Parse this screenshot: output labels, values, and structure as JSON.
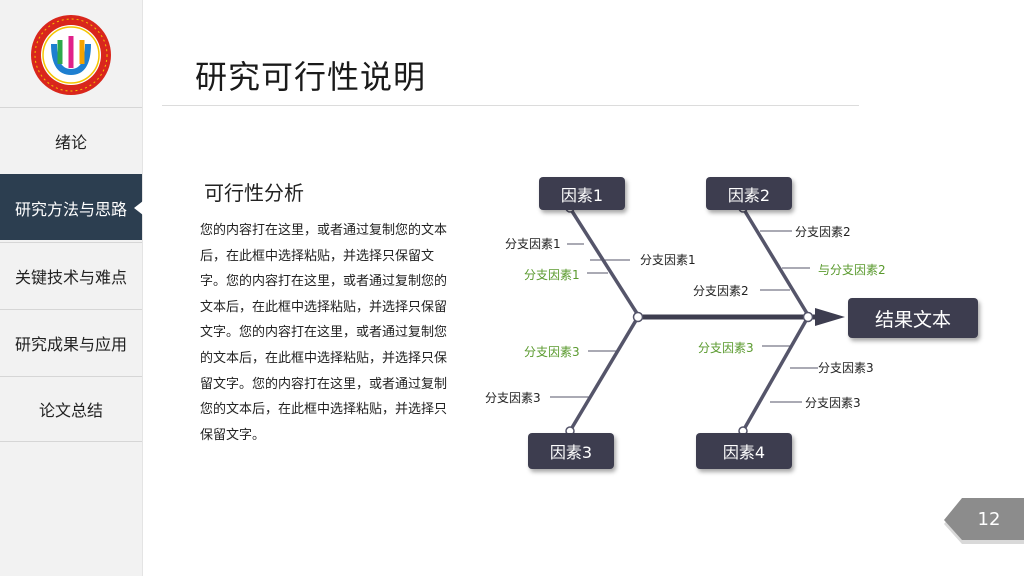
{
  "sidebar": {
    "items": [
      {
        "label": "绪论",
        "active": false
      },
      {
        "label": "研究方法与思路",
        "active": true
      },
      {
        "label": "关键技术与难点",
        "active": false
      },
      {
        "label": "研究成果与应用",
        "active": false
      },
      {
        "label": "论文总结",
        "active": false
      }
    ]
  },
  "header": {
    "title": "研究可行性说明"
  },
  "content": {
    "subtitle": "可行性分析",
    "paragraph": "您的内容打在这里，或者通过复制您的文本后，在此框中选择粘贴，并选择只保留文字。您的内容打在这里，或者通过复制您的文本后，在此框中选择粘贴，并选择只保留文字。您的内容打在这里，或者通过复制您的文本后，在此框中选择粘贴，并选择只保留文字。您的内容打在这里，或者通过复制您的文本后，在此框中选择粘贴，并选择只保留文字。"
  },
  "diagram": {
    "factors": [
      "因素1",
      "因素2",
      "因素3",
      "因素4"
    ],
    "result": "结果文本",
    "branches": {
      "f1_a": "分支因素1",
      "f1_b": "分支因素1",
      "f1_c": "分支因素1",
      "f2_a": "分支因素2",
      "f2_b": "与分支因素2",
      "f2_c": "分支因素2",
      "f3_a": "分支因素3",
      "f3_b": "分支因素3",
      "f4_a": "分支因素3",
      "f4_b": "分支因素3",
      "f4_c": "分支因素3"
    }
  },
  "page": {
    "number": "12"
  },
  "colors": {
    "accent": "#2c3e50",
    "box": "#3d3d4f",
    "green": "#5a9a2e",
    "line": "#55556a"
  }
}
